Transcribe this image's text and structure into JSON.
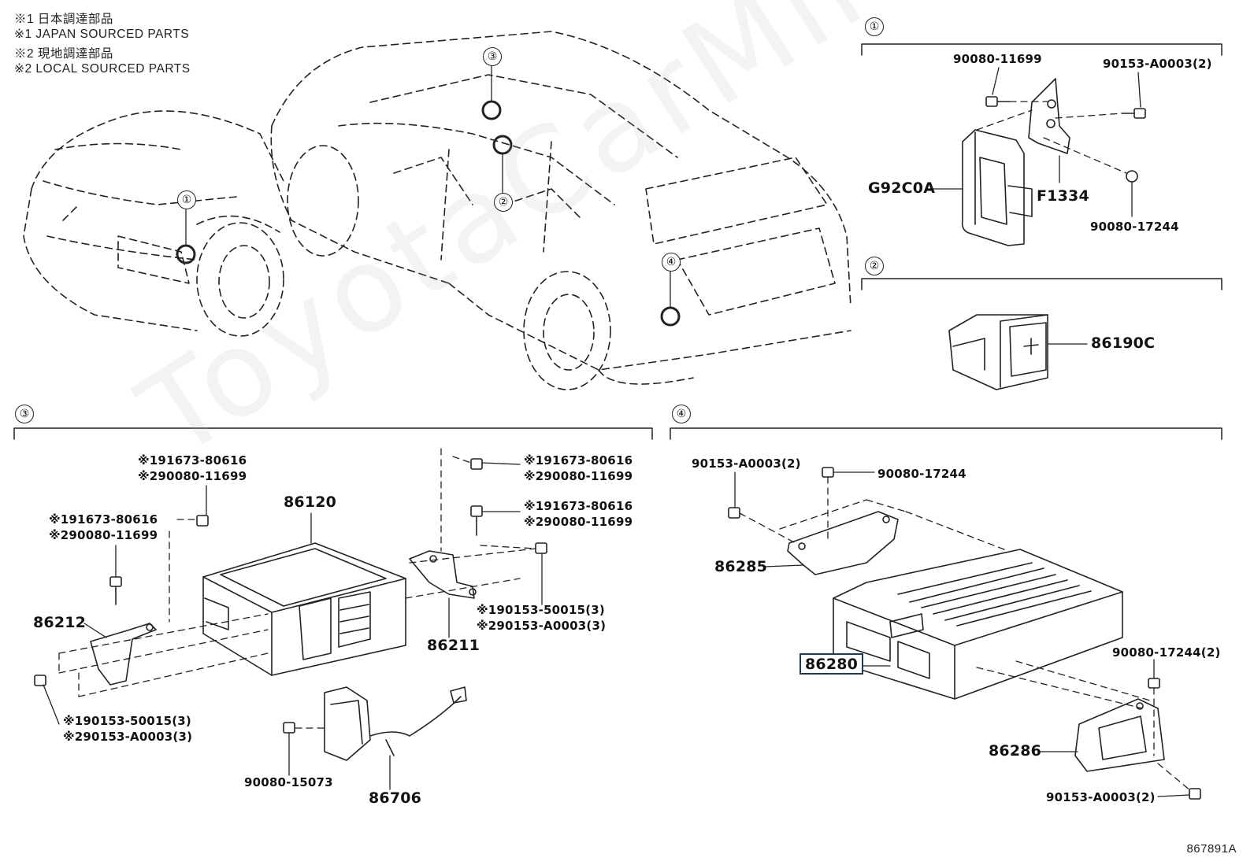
{
  "legend": [
    "※1 日本調達部品",
    "※1 JAPAN SOURCED PARTS",
    "※2 現地調達部品",
    "※2 LOCAL SOURCED PARTS"
  ],
  "callouts": [
    "①",
    "②",
    "③",
    "④"
  ],
  "labels": {
    "p90080_11699": "90080-11699",
    "p90153_A0003_2a": "90153-A0003(2)",
    "pG92C0A": "G92C0A",
    "pF1334": "F1334",
    "p90080_17244a": "90080-17244",
    "p86190C": "86190C",
    "s3_tl1": "※191673-80616",
    "s3_tl2": "※290080-11699",
    "s3_l1": "※191673-80616",
    "s3_l2": "※290080-11699",
    "p86120": "86120",
    "p86212": "86212",
    "s3_bl1": "※190153-50015(3)",
    "s3_bl2": "※290153-A0003(3)",
    "s3_tr1": "※191673-80616",
    "s3_tr2": "※290080-11699",
    "s3_r1": "※191673-80616",
    "s3_r2": "※290080-11699",
    "s3_br1": "※190153-50015(3)",
    "s3_br2": "※290153-A0003(3)",
    "p86211": "86211",
    "p90080_15073": "90080-15073",
    "p86706": "86706",
    "p90153_A0003_2b": "90153-A0003(2)",
    "p90080_17244b": "90080-17244",
    "p86285": "86285",
    "p86280": "86280",
    "p90080_17244_2": "90080-17244(2)",
    "p86286": "86286",
    "p90153_A0003_2c": "90153-A0003(2)"
  },
  "code": "867891A",
  "watermark": "ToyotaCarMiner.ru"
}
